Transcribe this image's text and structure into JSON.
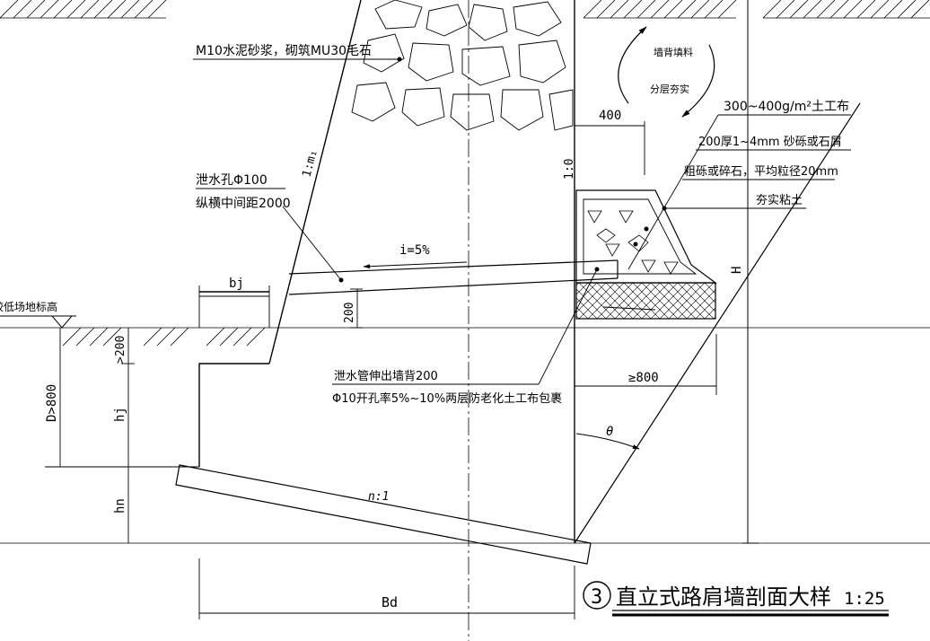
{
  "labels": {
    "masonry": "M10水泥砂浆，砌筑MU30毛石",
    "backfill_1": "墙背填料",
    "backfill_2": "分层夯实",
    "geotextile_top": "300~400g/m²土工布",
    "gravel_layer": "200厚1~4mm 砂砾或石屑",
    "crushed_stone": "粗砾或碎石，平均粒径20mm",
    "clay": "夯实粘土",
    "dim_400": "400",
    "ratio_1_0": "1:0",
    "ratio_1_m1": "1:m₁",
    "drain_hole_1": "泄水孔Φ100",
    "drain_hole_2": "纵横中间距2000",
    "slope_i": "i=5%",
    "bj": "bj",
    "dim_200": "200",
    "gt200": ">200",
    "ground_level": "较低场地标高",
    "D_gt_800": "D>800",
    "hj": "hj",
    "hn": "hn",
    "pipe_1": "泄水管伸出墙背200",
    "pipe_2": "Φ10开孔率5%~10%两层防老化土工布包裹",
    "ge800": "≥800",
    "theta": "θ",
    "H": "H",
    "n1": "n:1",
    "Bd": "Bd",
    "title_num": "3",
    "title": "直立式路肩墙剖面大样",
    "scale": "1:25"
  }
}
